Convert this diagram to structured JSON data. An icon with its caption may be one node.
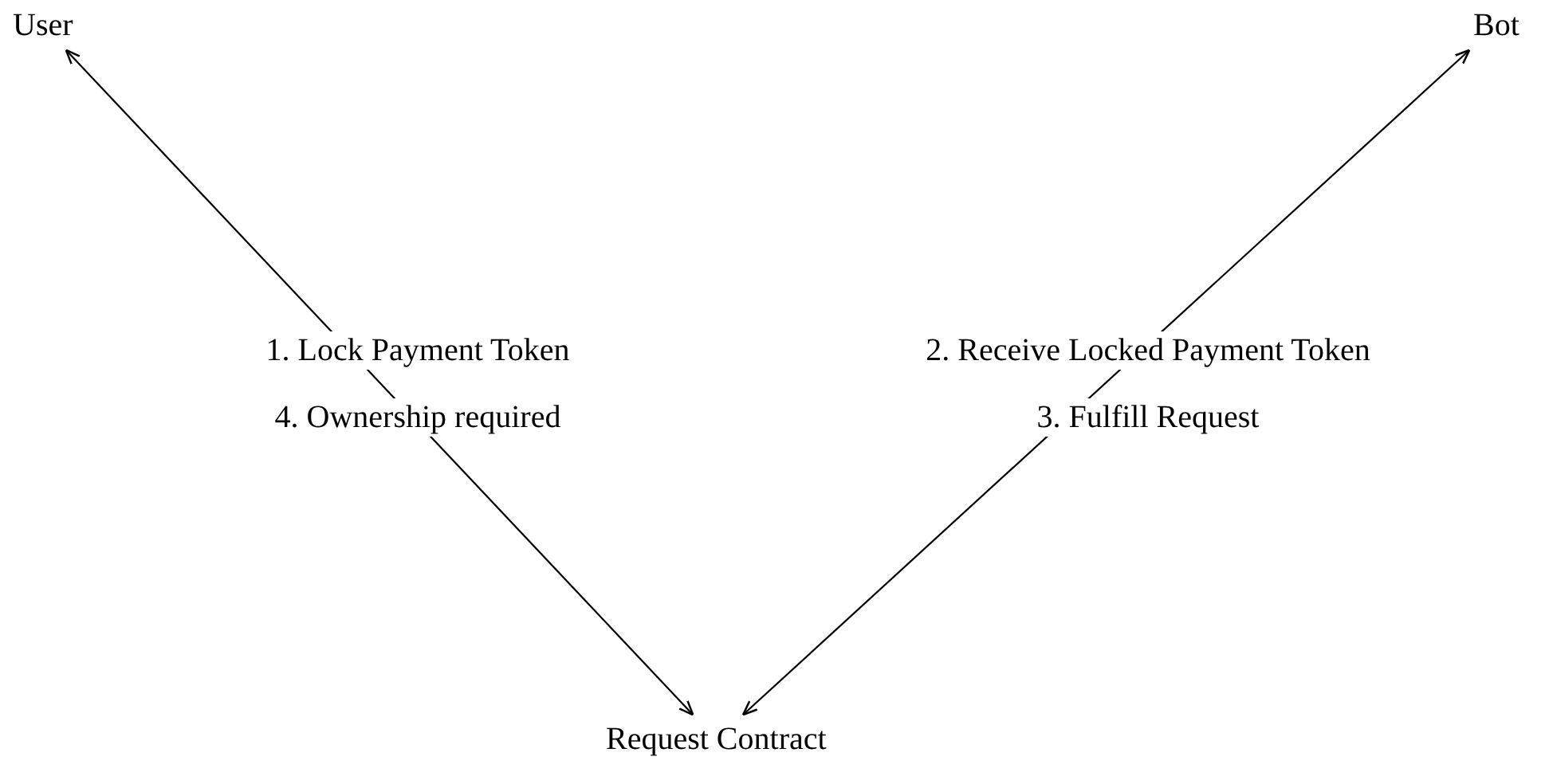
{
  "diagram": {
    "nodes": [
      {
        "text": [
          "User"
        ]
      },
      {
        "text": [
          "Bot"
        ]
      },
      {
        "text": [
          "Request Contract"
        ]
      }
    ],
    "edges": [
      {
        "from": 0,
        "to": 2,
        "arrow": "both"
      },
      {
        "from": 1,
        "to": 2,
        "arrow": "both"
      }
    ],
    "labels": [
      "1. Lock Payment Token",
      "2. Receive Locked Payment Token",
      "4. Ownership required",
      "3. Fulfill Request"
    ]
  }
}
